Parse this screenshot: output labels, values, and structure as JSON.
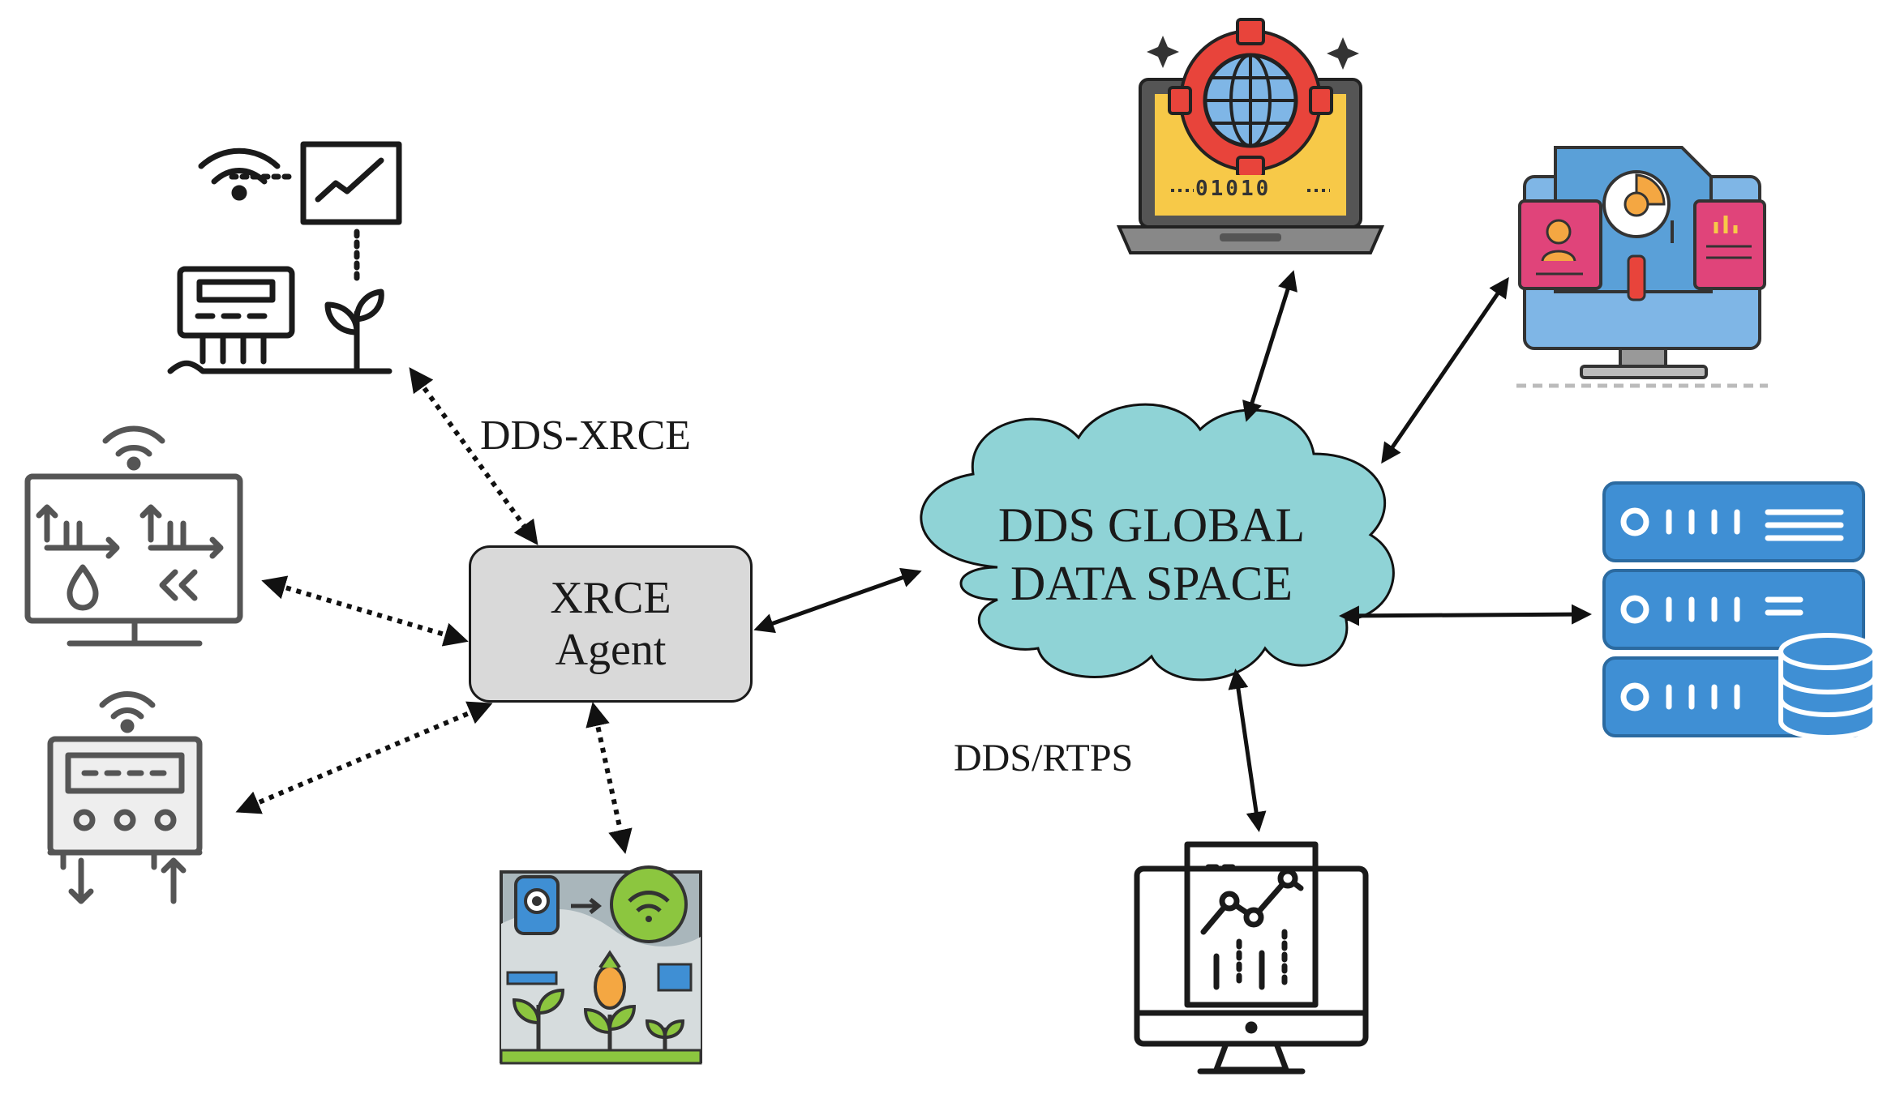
{
  "diagram": {
    "agent": {
      "line1": "XRCE",
      "line2": "Agent"
    },
    "cloud": {
      "line1": "DDS GLOBAL",
      "line2": "DATA SPACE"
    },
    "labels": {
      "xrce_protocol": "DDS-XRCE",
      "rtps_protocol": "DDS/RTPS"
    },
    "laptop_code": "01010",
    "colors": {
      "cloud_fill": "#8fd3d6",
      "agent_fill": "#d9d9d9",
      "server_blue": "#3f8fd4",
      "gear_red": "#e8443b",
      "screen_yellow": "#f7c948",
      "plant_green": "#8cc63f"
    },
    "nodes": [
      {
        "name": "soil-sensor-with-plant-and-chart",
        "icon": "sensor-plant-icon"
      },
      {
        "name": "irrigation-monitor",
        "icon": "monitor-water-icon"
      },
      {
        "name": "control-unit",
        "icon": "control-box-icon"
      },
      {
        "name": "smart-greenhouse",
        "icon": "greenhouse-icon"
      },
      {
        "name": "network-laptop",
        "icon": "laptop-globe-gear-icon"
      },
      {
        "name": "dashboard-computer",
        "icon": "dashboard-monitor-icon"
      },
      {
        "name": "database-server",
        "icon": "server-database-icon"
      },
      {
        "name": "analytics-computer",
        "icon": "analytics-monitor-icon"
      }
    ]
  }
}
